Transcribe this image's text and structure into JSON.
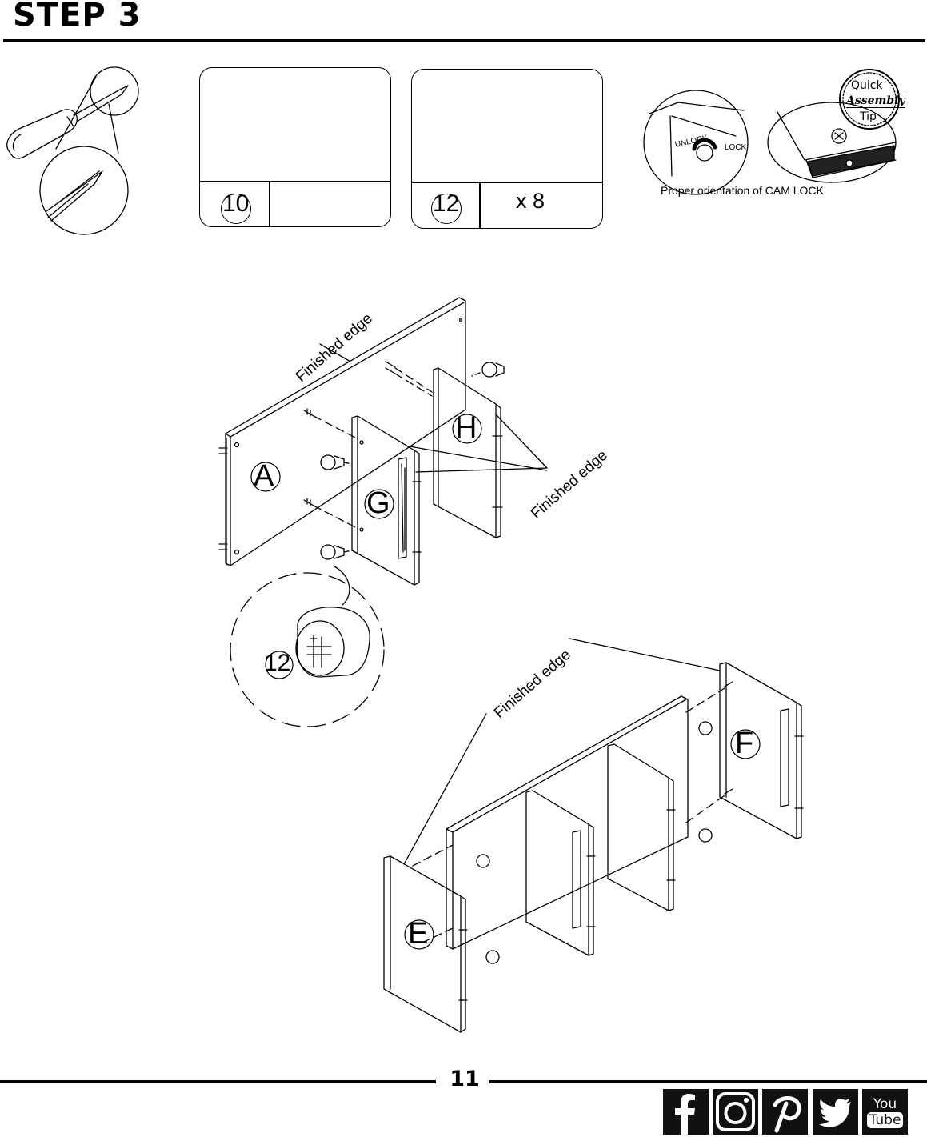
{
  "header": {
    "title": "STEP 3"
  },
  "parts": [
    {
      "number": "10",
      "quantity": ""
    },
    {
      "number": "12",
      "quantity": "x 8"
    }
  ],
  "tip": {
    "badge_line1": "Quick",
    "badge_line2": "Assembly",
    "badge_line3": "Tip",
    "unlock_label": "UNLOCK",
    "lock_label": "LOCK",
    "caption": "Proper orientation of CAM LOCK"
  },
  "diagram1": {
    "panel_a": "A",
    "panel_g": "G",
    "panel_h": "H",
    "finished_edge_1": "Finished edge",
    "finished_edge_2": "Finished edge",
    "detail_part": "12"
  },
  "diagram2": {
    "panel_e": "E",
    "panel_f": "F",
    "finished_edge": "Finished edge"
  },
  "footer": {
    "page_number": "11",
    "social_icons": [
      "facebook-icon",
      "instagram-icon",
      "pinterest-icon",
      "twitter-icon",
      "youtube-icon"
    ],
    "youtube_line1": "You",
    "youtube_line2": "Tube"
  }
}
